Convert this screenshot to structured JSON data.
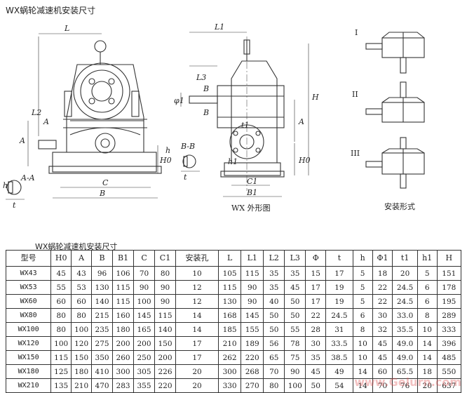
{
  "page_title": "WX蜗轮减速机安装尺寸",
  "drawing": {
    "dim_labels": [
      "L",
      "L2",
      "A",
      "A",
      "B",
      "C",
      "H0",
      "L1",
      "L3",
      "B",
      "B",
      "φ1",
      "t1",
      "h1",
      "A",
      "H0",
      "H",
      "C1",
      "B1",
      "B-B",
      "t",
      "h",
      "A-A",
      "t",
      "h"
    ],
    "front_view_caption": "WX 外形图",
    "mount_positions": [
      "I",
      "II",
      "III"
    ],
    "mount_caption": "安装形式"
  },
  "table_caption": "WX蜗轮减速机安装尺寸",
  "table": {
    "headers": [
      "型号",
      "H0",
      "A",
      "B",
      "B1",
      "C",
      "C1",
      "安装孔",
      "L",
      "L1",
      "L2",
      "L3",
      "Φ",
      "t",
      "h",
      "Φ1",
      "t1",
      "h1",
      "H"
    ],
    "rows": [
      [
        "WX43",
        "45",
        "43",
        "96",
        "106",
        "70",
        "80",
        "10",
        "105",
        "115",
        "35",
        "35",
        "15",
        "17",
        "5",
        "18",
        "20",
        "5",
        "151"
      ],
      [
        "WX53",
        "55",
        "53",
        "130",
        "115",
        "90",
        "90",
        "12",
        "115",
        "90",
        "35",
        "45",
        "17",
        "19",
        "5",
        "22",
        "24.5",
        "6",
        "178"
      ],
      [
        "WX60",
        "60",
        "60",
        "140",
        "115",
        "100",
        "90",
        "12",
        "130",
        "90",
        "40",
        "50",
        "17",
        "19",
        "5",
        "22",
        "24.5",
        "6",
        "195"
      ],
      [
        "WX80",
        "80",
        "80",
        "215",
        "160",
        "145",
        "115",
        "14",
        "168",
        "145",
        "50",
        "50",
        "22",
        "24.5",
        "6",
        "30",
        "33.0",
        "8",
        "289"
      ],
      [
        "WX100",
        "80",
        "100",
        "235",
        "180",
        "165",
        "140",
        "14",
        "185",
        "155",
        "50",
        "55",
        "28",
        "31",
        "8",
        "32",
        "35.5",
        "10",
        "333"
      ],
      [
        "WX120",
        "100",
        "120",
        "275",
        "200",
        "200",
        "150",
        "17",
        "210",
        "189",
        "56",
        "78",
        "30",
        "33.5",
        "10",
        "45",
        "49.0",
        "14",
        "396"
      ],
      [
        "WX150",
        "115",
        "150",
        "350",
        "260",
        "250",
        "200",
        "17",
        "262",
        "220",
        "65",
        "75",
        "35",
        "38.5",
        "10",
        "45",
        "49.0",
        "14",
        "485"
      ],
      [
        "WX180",
        "125",
        "180",
        "410",
        "300",
        "305",
        "226",
        "20",
        "300",
        "268",
        "70",
        "90",
        "45",
        "49",
        "14",
        "60",
        "65.5",
        "18",
        "550"
      ],
      [
        "WX210",
        "135",
        "210",
        "470",
        "283",
        "355",
        "220",
        "20",
        "330",
        "270",
        "80",
        "100",
        "50",
        "54",
        "14",
        "70",
        "76",
        "20",
        "637"
      ]
    ]
  },
  "watermark": "www.Gelurn.com"
}
